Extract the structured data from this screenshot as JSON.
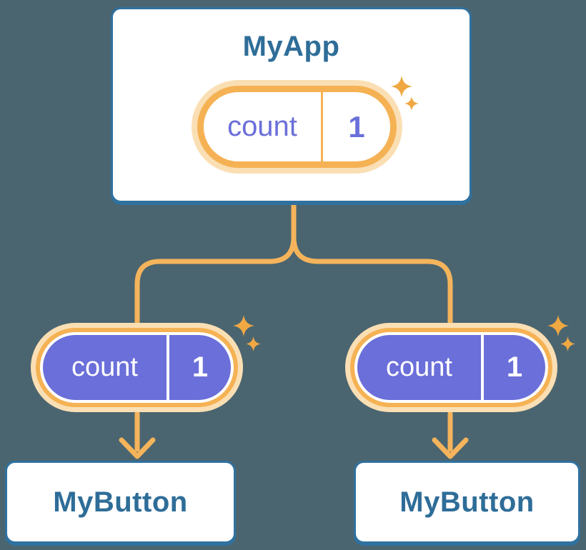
{
  "diagram": {
    "root": {
      "name": "MyApp",
      "state": {
        "label": "count",
        "value": "1"
      }
    },
    "children": [
      {
        "name": "MyButton",
        "prop": {
          "label": "count",
          "value": "1"
        }
      },
      {
        "name": "MyButton",
        "prop": {
          "label": "count",
          "value": "1"
        }
      }
    ]
  },
  "colors": {
    "background": "#4B6570",
    "card_fill": "#FFFFFF",
    "card_border_blue": "#2F719F",
    "heading_blue": "#2E6D98",
    "state_orange": "#F5B254",
    "state_halo_orange": "#FBDFB4",
    "sparkle_orange": "#F0A843",
    "state_purple": "#6B6FD9",
    "connector_orange": "#F5B45B"
  },
  "icons": {
    "sparkle": "sparkle-icon"
  }
}
